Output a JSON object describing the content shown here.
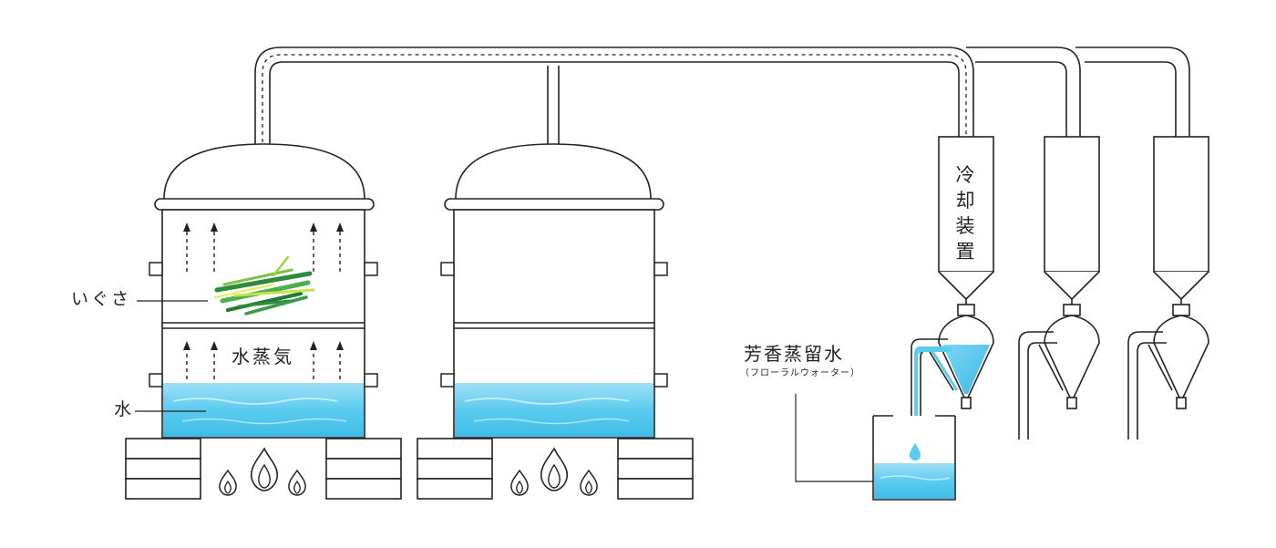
{
  "labels": {
    "igusa": "いぐさ",
    "steam": "水蒸気",
    "water": "水",
    "cooling_device": "冷却装置",
    "floral_water": "芳香蒸留水",
    "floral_water_sub": "（フローラルウォーター）"
  },
  "colors": {
    "line": "#222222",
    "water_light": "#b9e8f8",
    "water_mid": "#6fd0f0",
    "water_deep": "#3fbde8",
    "grass_dark": "#2e8b3e",
    "grass_mid": "#4caf50",
    "grass_light": "#c6e34a"
  },
  "icons": [
    "flame-icon",
    "steam-arrow-icon",
    "drop-icon",
    "igusa-grass-icon"
  ]
}
